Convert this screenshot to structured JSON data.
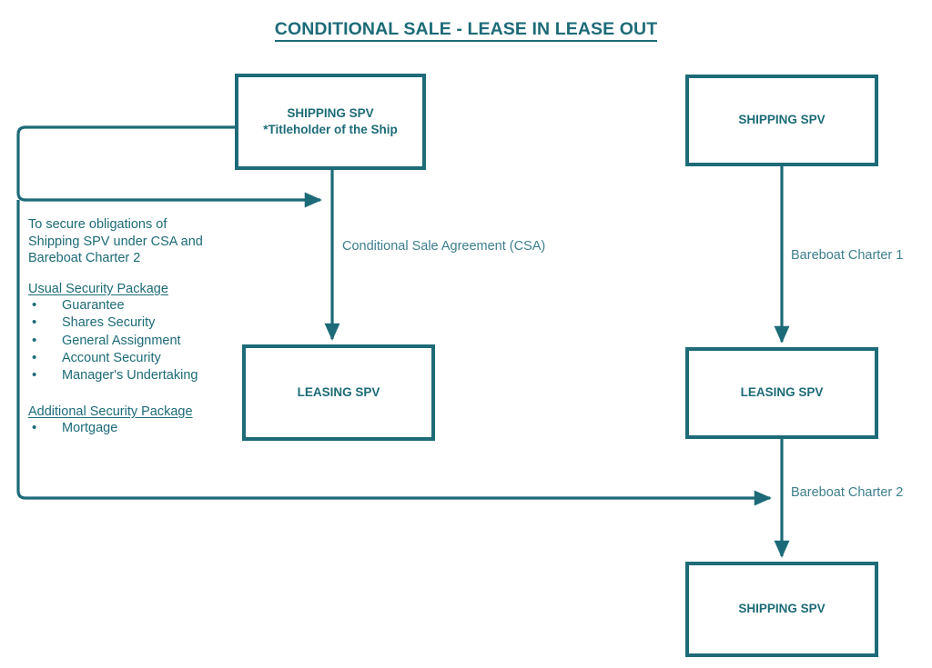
{
  "title": "CONDITIONAL SALE - LEASE IN LEASE OUT",
  "theme": {
    "stroke": "#1d6b78",
    "node_text": "#1d6b78",
    "edge_label_text": "#3d7f8d",
    "background": "#ffffff"
  },
  "nodes": {
    "shipping_spv_title": {
      "line1": "SHIPPING SPV",
      "line2": "*Titleholder of the Ship"
    },
    "leasing_spv_left": {
      "line1": "LEASING SPV"
    },
    "shipping_spv_right": {
      "line1": "SHIPPING SPV"
    },
    "leasing_spv_right": {
      "line1": "LEASING SPV"
    },
    "shipping_spv_bottom": {
      "line1": "SHIPPING SPV"
    }
  },
  "edges": {
    "csa": "Conditional Sale Agreement (CSA)",
    "bareboat_charter_1": "Bareboat Charter 1",
    "bareboat_charter_2": "Bareboat Charter 2"
  },
  "security_note": {
    "intro_line1": "To secure obligations of",
    "intro_line2": "Shipping SPV under CSA and",
    "intro_line3": "Bareboat Charter 2",
    "usual_heading": "Usual Security Package",
    "usual_items": [
      "Guarantee",
      "Shares Security",
      "General Assignment",
      "Account Security",
      "Manager's Undertaking"
    ],
    "additional_heading": "Additional Security Package",
    "additional_items": [
      "Mortgage"
    ]
  }
}
